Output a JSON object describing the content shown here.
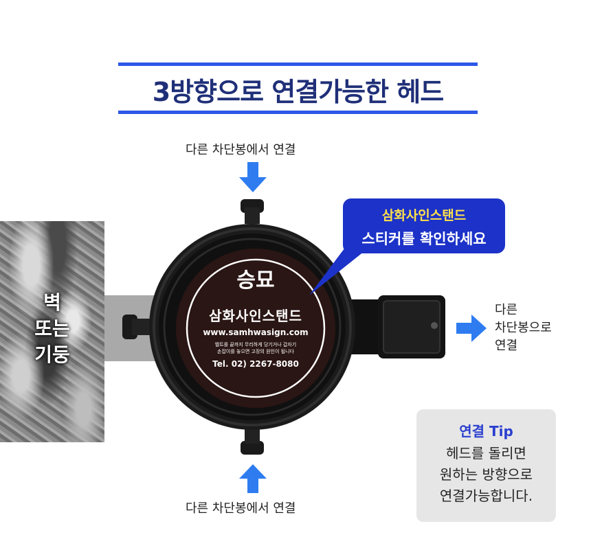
{
  "title": "3방향으로 연결가능한 헤드",
  "captions": {
    "top": "다른 차단봉에서 연결",
    "bottom": "다른 차단봉에서 연결",
    "right_line1": "다른",
    "right_line2": "차단봉으로",
    "right_line3": "연결"
  },
  "wall": {
    "line1": "벽",
    "line2": "또는",
    "line3": "기둥"
  },
  "callout": {
    "line1": "삼화사인스탠드",
    "line2": "스티커를 확인하세요"
  },
  "sticker": {
    "logo": "승묘",
    "brand": "삼화사인스탠드",
    "url": "www.samhwasign.com",
    "warning1": "벨트를 끝까지 무리하게 당기거나 갑자기",
    "warning2": "손잡이를 놓으면 고장의 원인이 됩니다",
    "tel": "Tel. 02) 2267-8080"
  },
  "tip": {
    "title": "연결 Tip",
    "line1": "헤드를 돌리면",
    "line2": "원하는 방향으로",
    "line3": "연결가능합니다."
  },
  "colors": {
    "accent": "#2d57e8",
    "title": "#1f2f78",
    "callout_bg": "#1c32c8",
    "callout_highlight": "#ffe14a",
    "arrow": "#2e7cf0"
  }
}
